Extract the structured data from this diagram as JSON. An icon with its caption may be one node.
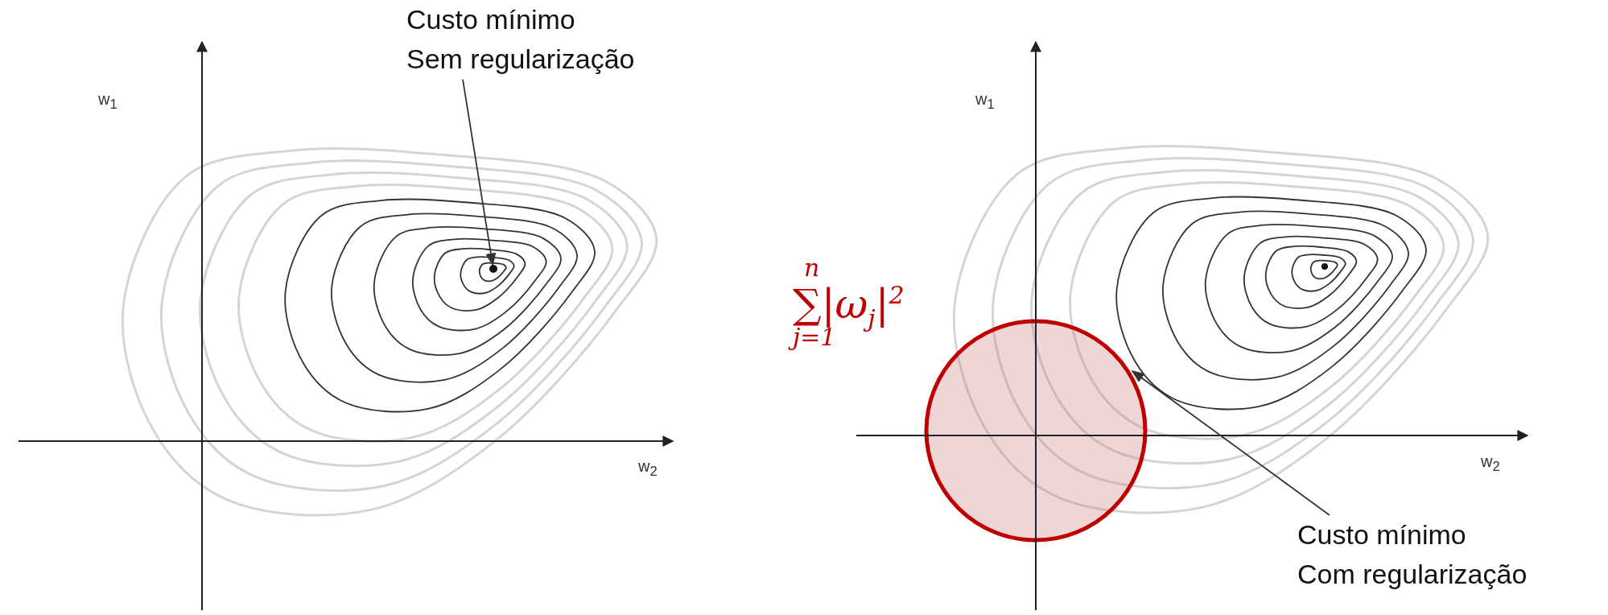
{
  "diagram": {
    "nodes": [
      {
        "text": [
          "Custo mínimo",
          "Sem regularização"
        ]
      },
      {
        "text": [],
        "shape": "circle"
      },
      {
        "text": [
          "Custo mínimo",
          "Com regularização"
        ]
      }
    ],
    "edges": [
      {
        "from": 0,
        "to": 1,
        "arrow": "to"
      },
      {
        "from": 2,
        "to": null,
        "arrow": "to"
      }
    ],
    "labels": [
      "w$_{1}$",
      "w$_{2}$",
      "∑$_{j=1}$$^{n}$|ω$_{j}$|$^{2}$",
      "w$_{1}$",
      "w$_{2}$"
    ]
  }
}
